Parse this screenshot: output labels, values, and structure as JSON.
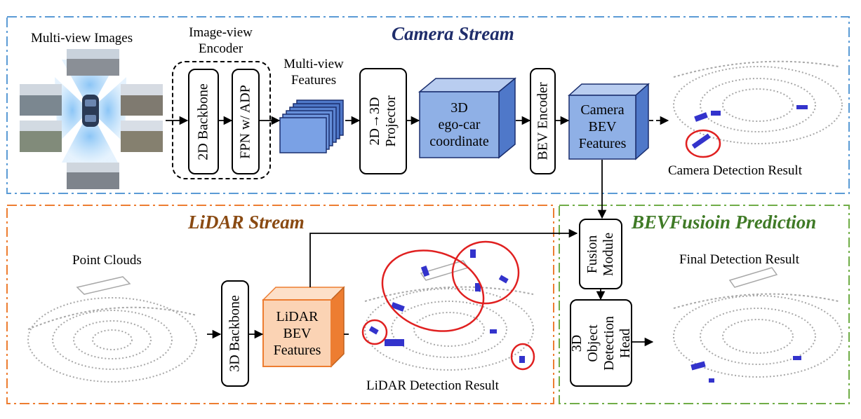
{
  "camera_stream": {
    "title": "Camera Stream",
    "multiview_images_label": "Multi-view Images",
    "encoder_label": "Image-view\nEncoder",
    "backbone_2d": "2D Backbone",
    "fpn_adp": "FPN w/ ADP",
    "multiview_features_label": "Multi-view\nFeatures",
    "projector": "2D→3D\nProjector",
    "ego_car": "3D\nego-car\ncoordinate",
    "bev_encoder": "BEV Encoder",
    "camera_bev": "Camera\nBEV\nFeatures",
    "camera_result": "Camera Detection Result"
  },
  "lidar_stream": {
    "title": "LiDAR Stream",
    "point_clouds": "Point Clouds",
    "backbone_3d": "3D Backbone",
    "lidar_bev": "LiDAR\nBEV\nFeatures",
    "lidar_result": "LiDAR Detection Result"
  },
  "fusion": {
    "title": "BEVFusioin Prediction",
    "fusion_module": "Fusion\nModule",
    "detection_head": "3D Object\nDetection\nHead",
    "final_result": "Final Detection Result"
  },
  "colors": {
    "camera_border": "#5b9bd5",
    "camera_title": "#1f2d6b",
    "lidar_border": "#ed7d31",
    "lidar_title": "#8a4a12",
    "fusion_border": "#70ad47",
    "fusion_title": "#3f7a26",
    "cube_blue": "#8fb0e6",
    "cube_blue_dark": "#4f78c9",
    "cube_orange": "#fbd3b4",
    "cube_orange_dark": "#ed7d31",
    "det_box": "#3333cc",
    "highlight_circle": "#e02020"
  }
}
